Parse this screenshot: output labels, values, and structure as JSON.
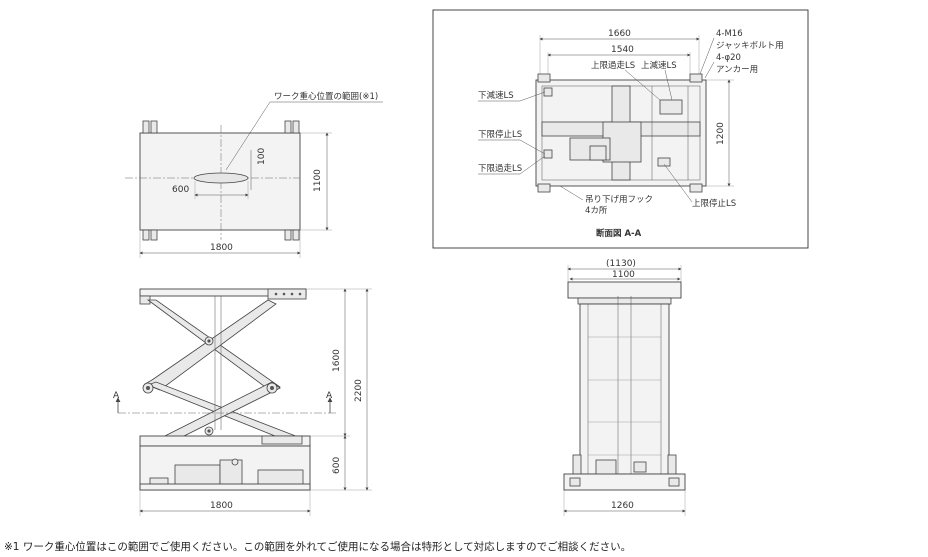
{
  "top_view": {
    "width_dim": "1800",
    "height_dim": "1100",
    "range_x": "600",
    "range_y": "100",
    "callout": "ワーク重心位置の範囲(※1)"
  },
  "side_view": {
    "width_dim": "1800",
    "upper_dim": "1600",
    "lower_dim": "600",
    "total_dim": "2200",
    "section_mark_left": "A",
    "section_mark_right": "A"
  },
  "front_view": {
    "top_dim_outer": "(1130)",
    "top_dim_inner": "1100",
    "base_dim": "1260"
  },
  "section_view": {
    "caption": "断面図 A-A",
    "dim_outer": "1660",
    "dim_inner": "1540",
    "dim_height": "1200",
    "label_bolt_1": "4-M16",
    "label_bolt_2": "ジャッキボルト用",
    "label_anchor_1": "4-φ20",
    "label_anchor_2": "アンカー用",
    "label_upper_overrun": "上限過走LS",
    "label_upper_decel": "上減速LS",
    "label_lower_decel": "下減速LS",
    "label_lower_stop": "下限停止LS",
    "label_lower_overrun": "下限過走LS",
    "label_hook_1": "吊り下げ用フック",
    "label_hook_2": "4カ所",
    "label_upper_stop": "上限停止LS"
  },
  "footnote": "※1 ワーク重心位置はこの範囲でご使用ください。この範囲を外れてご使用になる場合は特形として対応しますのでご相談ください。"
}
